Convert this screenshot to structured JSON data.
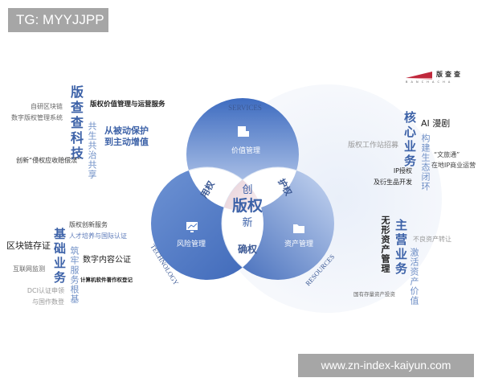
{
  "watermarks": {
    "top_left": "TG: MYYJJPP",
    "bottom_right": "www.zn-index-kaiyun.com"
  },
  "logo": {
    "name": "版查查",
    "sub": "B A N C H A C H A",
    "accent": "#c0283c"
  },
  "venn": {
    "ring_labels": {
      "top": "SERVICES",
      "left": "TECHNOLOGY",
      "right": "RESOURCES"
    },
    "circles": {
      "top": "价值管理",
      "left": "风险管理",
      "right": "资产管理"
    },
    "intersections": {
      "top_left": "用权",
      "top_right": "护权",
      "bottom": "确权"
    },
    "center": {
      "top": "创",
      "middle": "版权",
      "bottom": "新"
    },
    "colors": {
      "circle": "#4a78c8",
      "light": "#cfdcf3",
      "center": "#f1e4e8"
    }
  },
  "top_left": {
    "heading": "版查查科技",
    "items": [
      "自研区块链",
      "数字版权管理系统"
    ],
    "service": "版权价值管理与运营服务",
    "motto": "共生共治共享",
    "slogan": [
      "从被动保护",
      "到主动增值"
    ],
    "innovation": "创新“侵权应收赔偿法”"
  },
  "bottom_left": {
    "heading": "基础业务",
    "motto": "筑牢服务根基",
    "items": [
      "版权创新服务",
      "人才培养与国际认证",
      "区块链存证",
      "数字内容公证",
      "互联网监测",
      "计算机软件著作权登记",
      "DCI认证申领",
      "与国作数登"
    ]
  },
  "top_right": {
    "heading": "核心业务",
    "motto": "构建生态闭环",
    "items": [
      "AI 漫剧",
      "版权工作站招募",
      "“文旅通”",
      "在地IP商业运营",
      "IP授权",
      "及衍生品开发"
    ]
  },
  "bottom_right": {
    "heading": "主营业务",
    "side": "无形资产管理",
    "motto": "激活资产价值",
    "items": [
      "不良资产转让",
      "国有存量资产投资"
    ]
  }
}
